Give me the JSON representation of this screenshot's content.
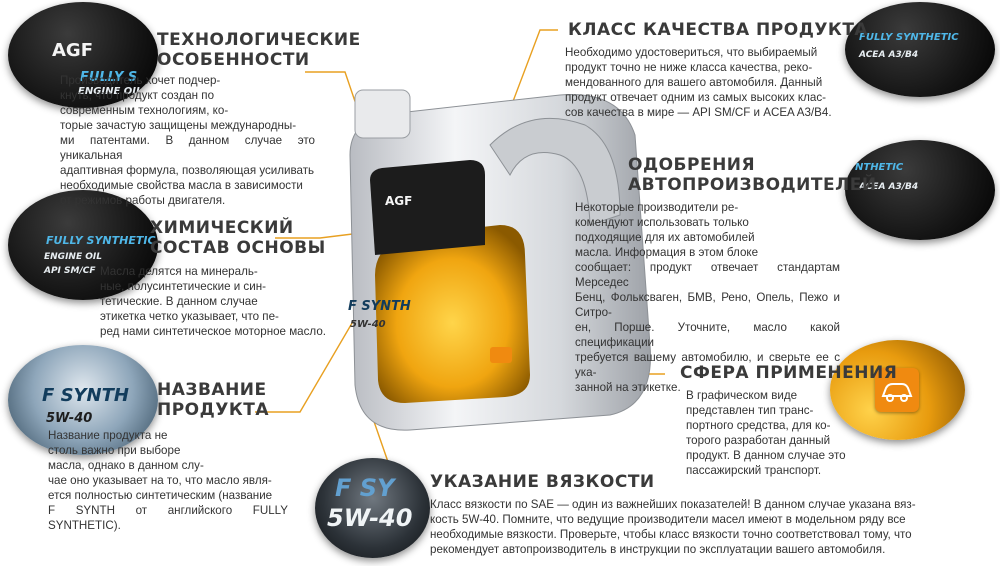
{
  "sections": {
    "tech": {
      "title": "ТЕХНОЛОГИЧЕСКИЕ\nОСОБЕННОСТИ",
      "body": "Производитель хочет подчер-\nкнуть, что продукт создан по\nсовременным технологиям, ко-\nторые  зачастую защищены международны-\nми патентами. В данном случае это уникальная\nадаптивная формула, позволяющая усиливать\nнеобходимые свойства масла в зависимости\nот режимов работы двигателя."
    },
    "chem": {
      "title": "ХИМИЧЕСКИЙ\nСОСТАВ ОСНОВЫ",
      "body": "Масла делятся на минераль-\nные, полусинтетические и син-\nтетические.  В  данном  случае\nэтикетка четко указывает, что пе-\nред нами синтетическое моторное масло."
    },
    "name": {
      "title": "НАЗВАНИЕ\nПРОДУКТА",
      "body": "Название  продукта  не\nстоль важно при выборе\nмасла, однако в данном слу-\nчае оно указывает на то, что масло явля-\nется полностью синтетическим (название\nF SYNTH от английского FULLY SYNTHETIC)."
    },
    "quality": {
      "title": "КЛАСС КАЧЕСТВА ПРОДУКТА",
      "body": "Необходимо удостовериться, что выбираемый\nпродукт точно не ниже класса качества, реко-\nмендованного для вашего автомобиля. Данный\nпродукт отвечает одним из самых высоких клас-\nсов качества в мире — API SM/CF и ACEA A3/B4."
    },
    "approvals": {
      "title": "ОДОБРЕНИЯ\nАВТОПРОИЗВОДИТЕЛЕЙ",
      "body": "Некоторые  производители  ре-\nкомендуют использовать только\nподходящие для их автомобилей\nмасла.  Информация  в  этом  блоке\nсообщает: продукт отвечает стандартам Мерседес\nБенц, Фольксваген, БМВ, Рено, Опель, Пежо и Ситро-\nен, Порше. Уточните, масло какой спецификации\nтребуется вашему автомобилю, и сверьте ее с ука-\nзанной на этикетке."
    },
    "scope": {
      "title": "СФЕРА ПРИМЕНЕНИЯ",
      "body": "В    графическом    виде\nпредставлен  тип  транс-\nпортного средства, для ко-\nторого  разработан  данный\nпродукт.  В  данном  случае  это\nпассажирский транспорт."
    },
    "viscosity": {
      "title": "УКАЗАНИЕ ВЯЗКОСТИ",
      "body": "Класс вязкости по SAE — один из важнейших показателей! В данном случае указана вяз-\nкость 5W-40.  Помните, что ведущие производители масел имеют в модельном ряду все\nнеобходимые вязкости.  Проверьте, чтобы класс вязкости точно соответствовал тому, что\nрекомендует автопроизводитель в инструкции по эксплуатации вашего автомобиля."
    }
  },
  "labels": {
    "brand": "AGF",
    "fully_synthetic": "FULLY S",
    "fully_synthetic_full": "FULLY SYNTHETIC",
    "engine_oil": "ENGINE OIL",
    "api_short": "API SM/CF",
    "acea": "ACEA A3/B4",
    "f_synth": "F SYNTH",
    "sae": "5W-40",
    "f_sy": "F SY",
    "nthetic": "NTHETIC",
    "canister_brand": "AGF",
    "canister_synth": "F SYNTH",
    "canister_sae": "5W-40"
  },
  "colors": {
    "connector": "#e8a021",
    "heading": "#3a3a3a",
    "accent_orange": "#f08a10"
  }
}
